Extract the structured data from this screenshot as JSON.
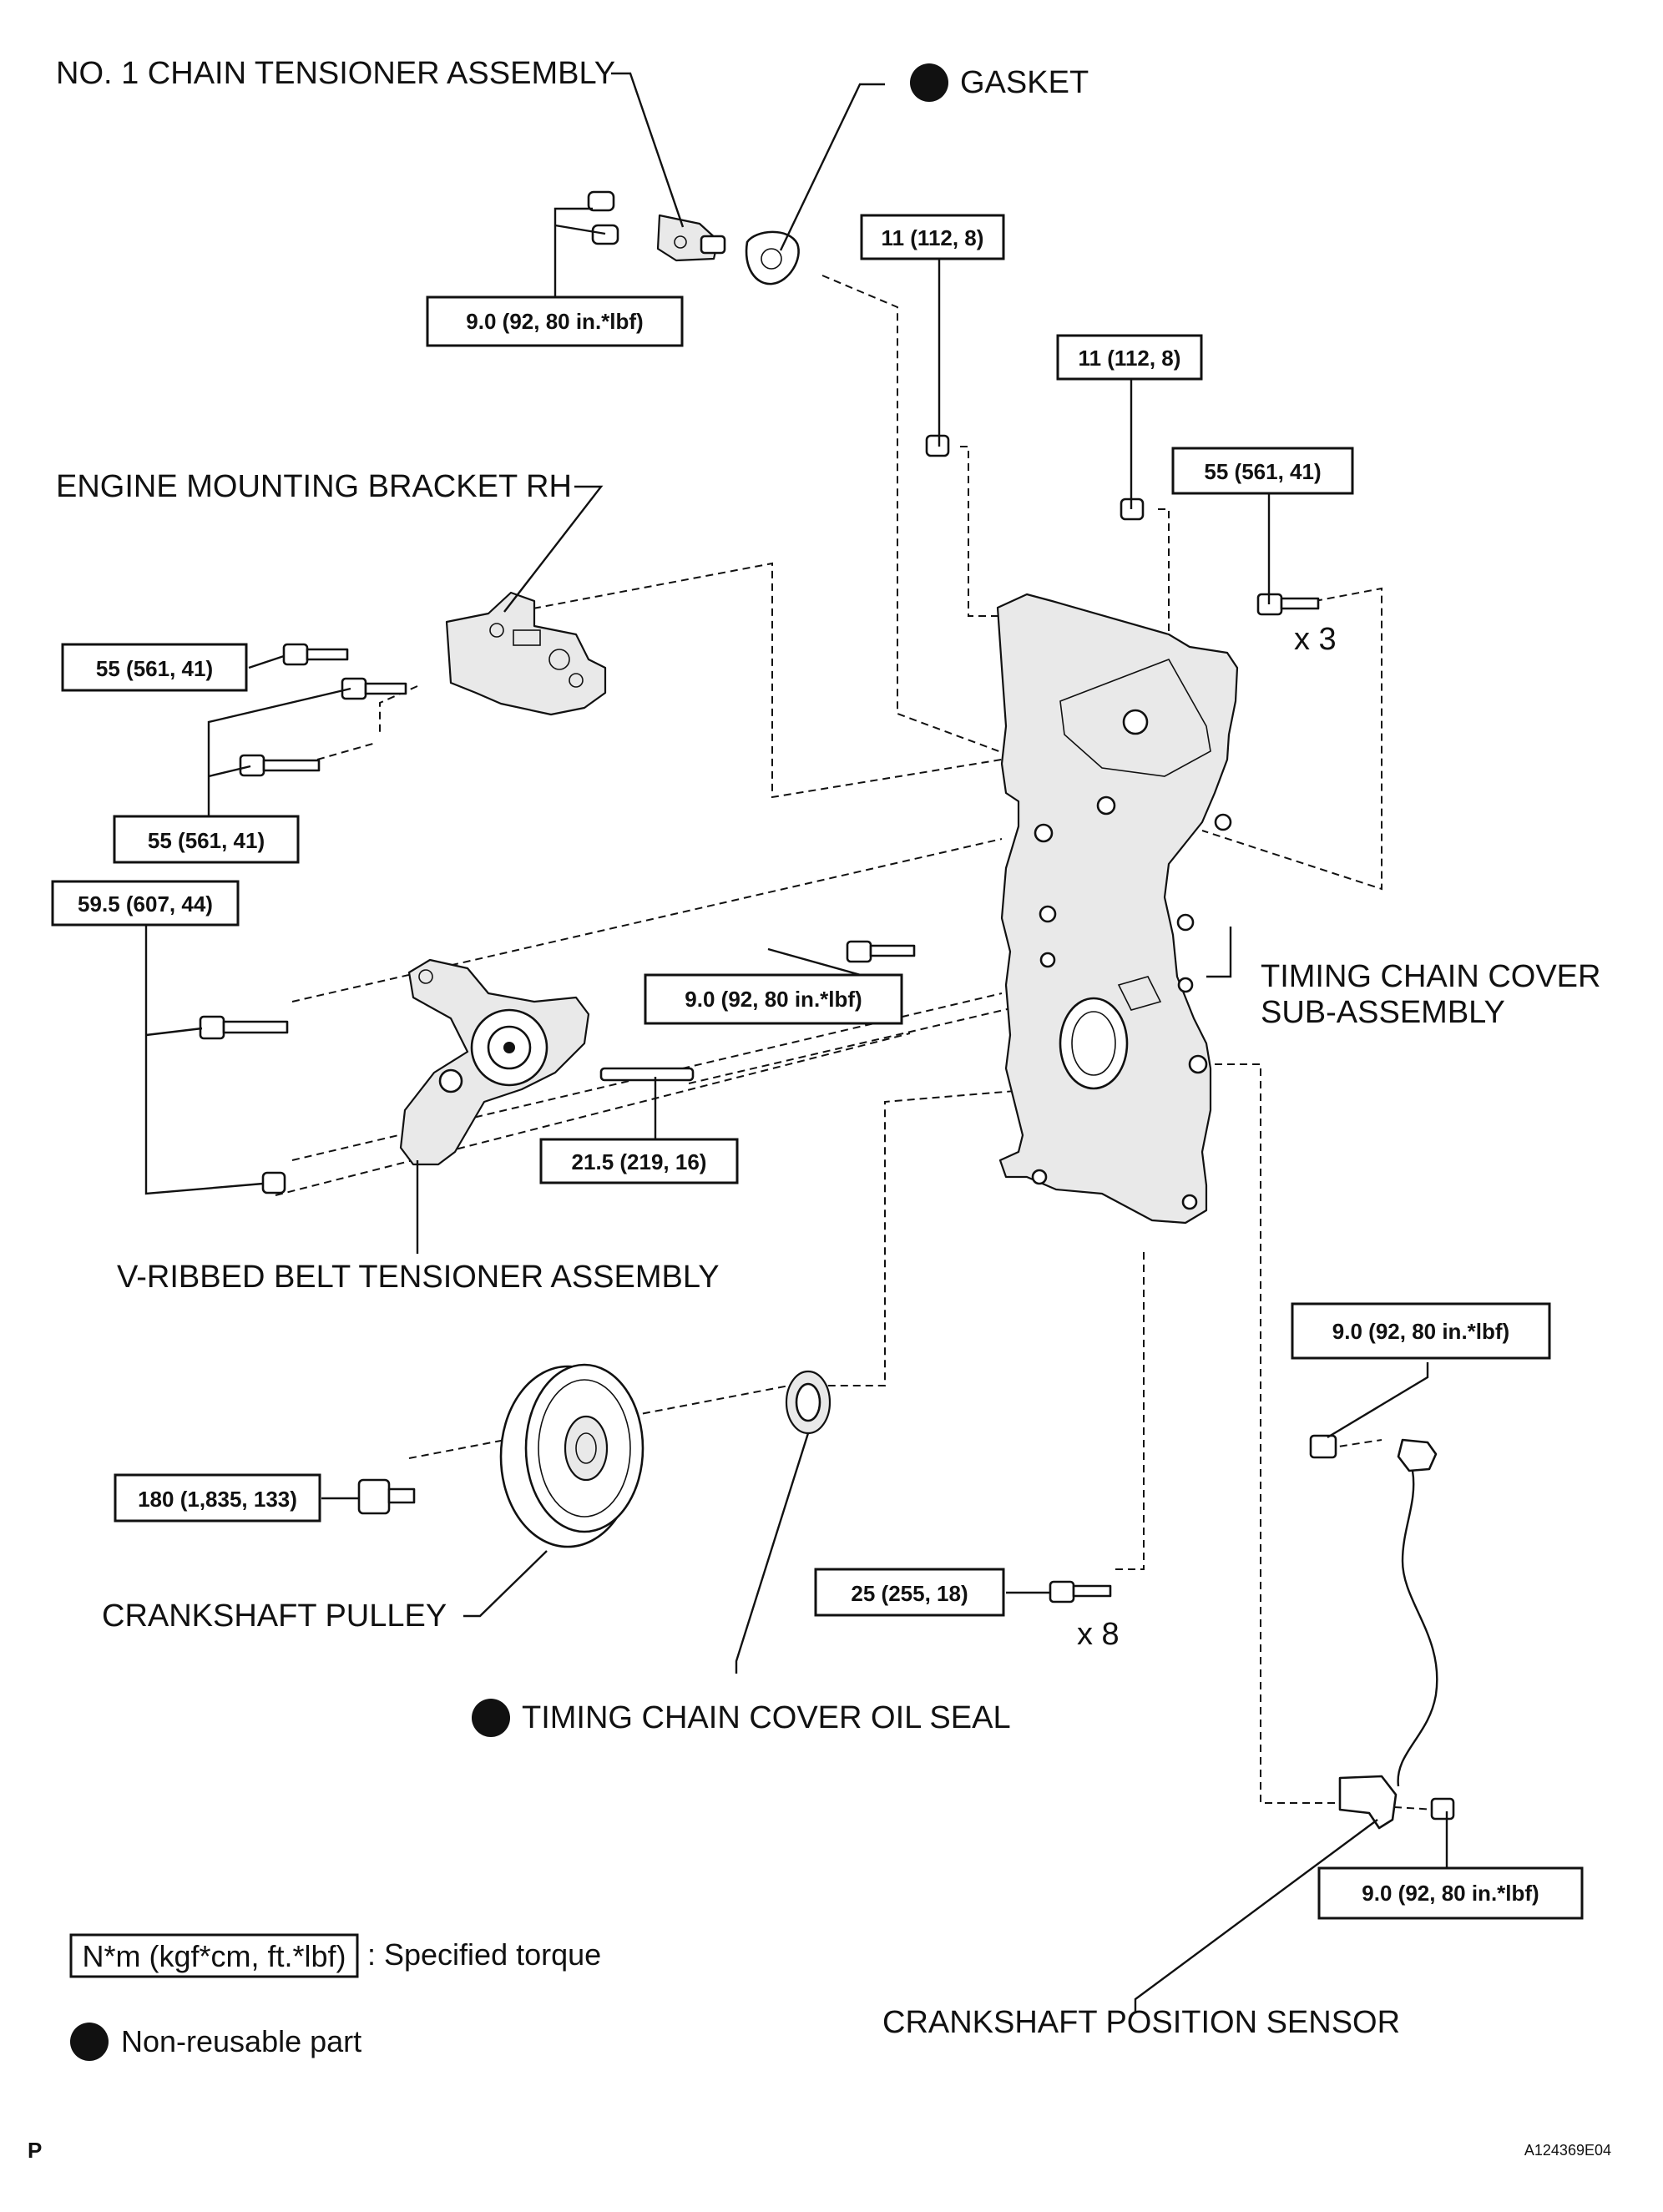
{
  "labels": {
    "chain_tensioner": "NO. 1 CHAIN TENSIONER ASSEMBLY",
    "gasket": "GASKET",
    "mounting_bracket": "ENGINE MOUNTING BRACKET RH",
    "timing_cover_1": "TIMING CHAIN COVER",
    "timing_cover_2": "SUB-ASSEMBLY",
    "belt_tensioner": "V-RIBBED BELT TENSIONER ASSEMBLY",
    "crank_pulley": "CRANKSHAFT PULLEY",
    "oil_seal": "TIMING CHAIN COVER OIL SEAL",
    "crank_sensor": "CRANKSHAFT POSITION SENSOR"
  },
  "torques": {
    "chain_tensioner_bolts": "9.0 (92, 80 in.*lbf)",
    "cover_nut_1": "11 (112, 8)",
    "cover_nut_2": "11 (112, 8)",
    "cover_bolts_top": "55 (561, 41)",
    "bracket_bolt_upper": "55 (561, 41)",
    "bracket_bolts_lower": "55 (561, 41)",
    "belt_tensioner_bolt": "59.5 (607, 44)",
    "cover_bolt_mid": "9.0 (92, 80 in.*lbf)",
    "stud": "21.5 (219, 16)",
    "pulley_bolt": "180 (1,835, 133)",
    "cover_bolts_lower": "25 (255, 18)",
    "sensor_bolt_upper": "9.0 (92, 80 in.*lbf)",
    "sensor_bolt_lower": "9.0 (92, 80 in.*lbf)"
  },
  "multipliers": {
    "top_bolts": "x 3",
    "lower_bolts": "x 8"
  },
  "legend": {
    "torque_box": "N*m (kgf*cm, ft.*lbf)",
    "torque_desc": ": Specified torque",
    "nonreusable_desc": "Non-reusable part"
  },
  "footer": {
    "page_prefix": "P",
    "figure_id": "A124369E04"
  }
}
